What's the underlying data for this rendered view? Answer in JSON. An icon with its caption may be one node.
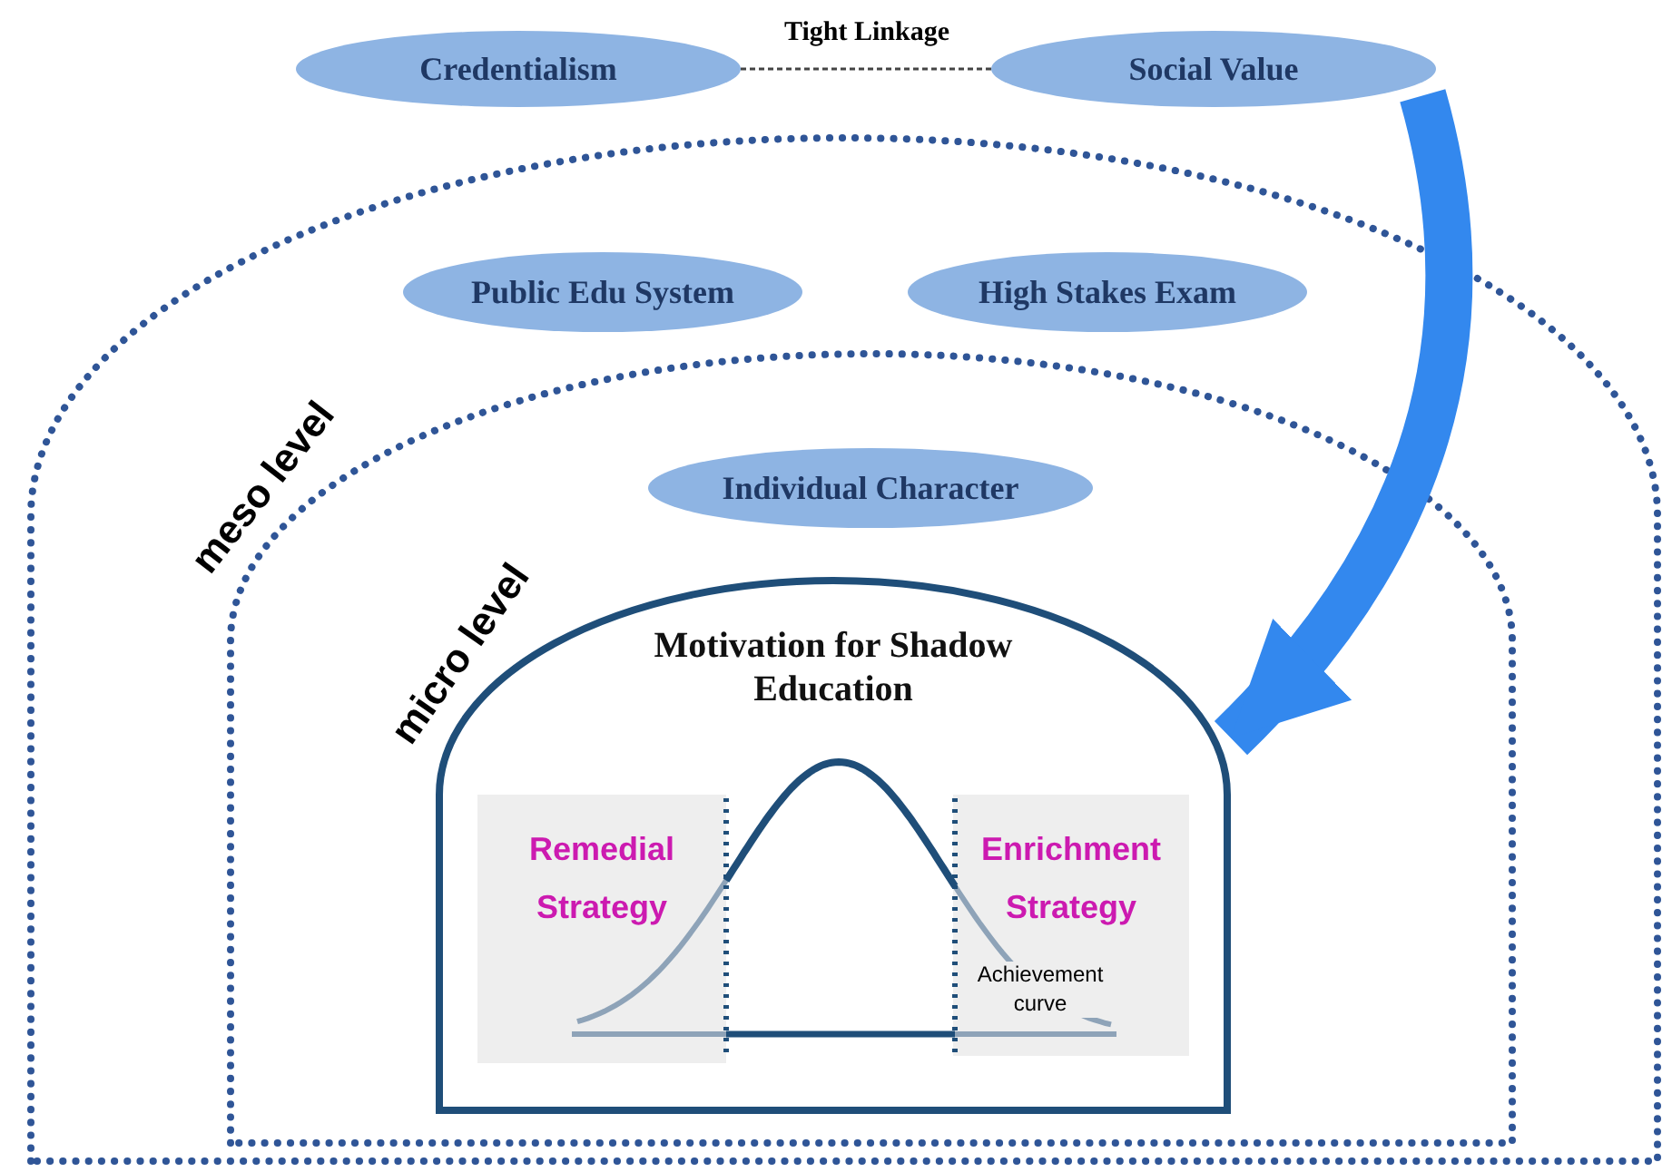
{
  "diagram": {
    "nodes": [
      {
        "text": [
          "Credentialism"
        ]
      },
      {
        "text": [
          "Social Value"
        ]
      },
      {
        "text": [
          "meso level"
        ]
      },
      {
        "text": [
          "Public Edu System"
        ],
        "in": 2
      },
      {
        "text": [
          "High Stakes Exam"
        ],
        "in": 2
      },
      {
        "text": [
          "micro level"
        ],
        "in": 2
      },
      {
        "text": [
          "Individual Character"
        ],
        "in": 5
      },
      {
        "text": [
          "Motivation for Shadow Education"
        ],
        "in": 5
      },
      {
        "text": [
          "Remedial Strategy"
        ],
        "in": 7
      },
      {
        "text": [
          "Enrichment Strategy"
        ],
        "in": 7
      }
    ],
    "edges": [
      {
        "from": 0,
        "to": 1,
        "arrow": "none",
        "label": "Tight Linkage",
        "style": "dashed"
      },
      {
        "from": 1,
        "to": 7,
        "arrow": "to",
        "style": "thick",
        "color": "#3388ee"
      }
    ],
    "labels": [
      "Achievement curve"
    ]
  }
}
